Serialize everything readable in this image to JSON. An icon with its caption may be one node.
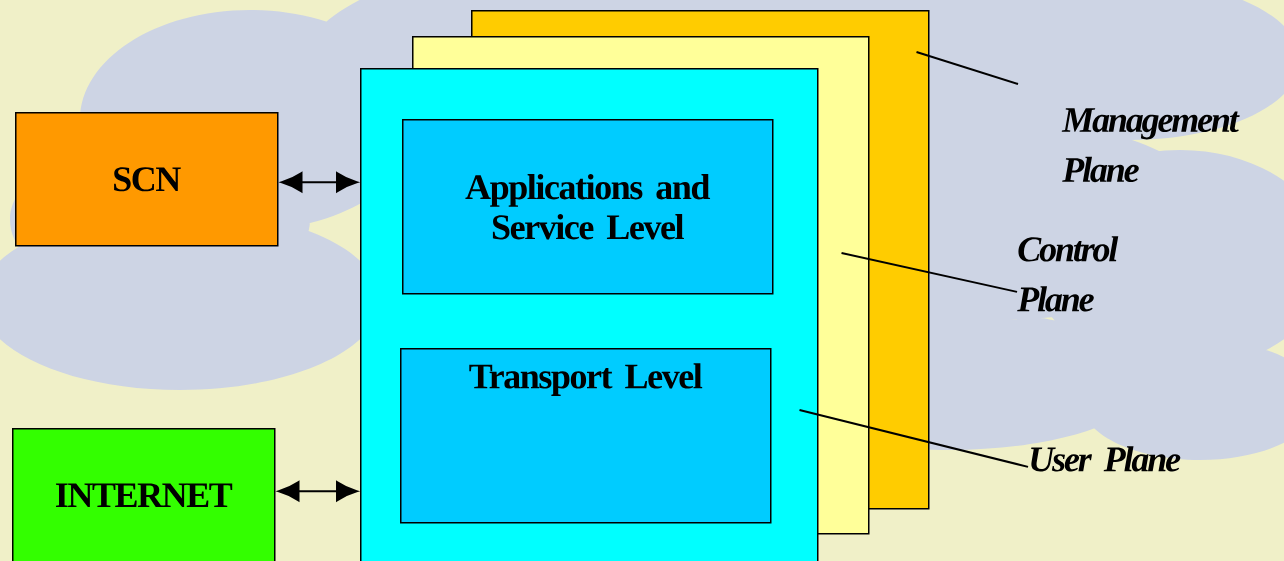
{
  "diagram": {
    "nodes": [
      {
        "text": [
          "SCN"
        ]
      },
      {
        "text": [
          "INTERNET"
        ]
      },
      {
        "text": [],
        "shape": "box"
      },
      {
        "text": [],
        "shape": "box"
      },
      {
        "text": [],
        "shape": "box"
      },
      {
        "text": [
          "Applications and Service Level"
        ],
        "in": 4
      },
      {
        "text": [
          "Transport Level"
        ],
        "in": 4
      },
      {
        "text": [
          "Management Plane"
        ]
      },
      {
        "text": [
          "Control Plane"
        ]
      },
      {
        "text": [
          "User Plane"
        ]
      }
    ],
    "edges": [
      {
        "from": 0,
        "to": 4,
        "arrow": "both"
      },
      {
        "from": 1,
        "to": 4,
        "arrow": "both"
      },
      {
        "from": 7,
        "to": 2,
        "arrow": "none"
      },
      {
        "from": 8,
        "to": 3,
        "arrow": "none"
      },
      {
        "from": 9,
        "to": 4,
        "arrow": "none"
      }
    ]
  }
}
